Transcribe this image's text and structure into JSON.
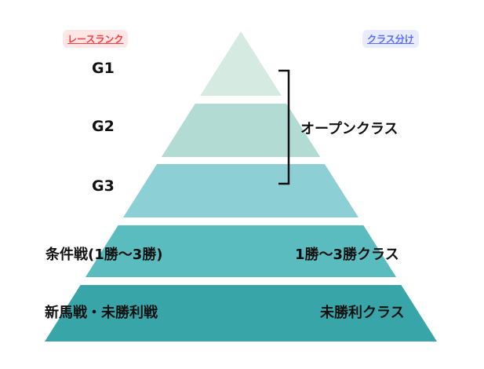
{
  "headers": {
    "left": "レースランク",
    "right": "クラス分け",
    "left_color": "#ff3b3b",
    "left_bg": "#fde6e6",
    "right_color": "#5a6cff",
    "right_bg": "#e8ecfd"
  },
  "levels": [
    {
      "rank": "G1",
      "color": "#d5ebe2"
    },
    {
      "rank": "G2",
      "color": "#b2dcd3"
    },
    {
      "rank": "G3",
      "color": "#8ccfd5"
    },
    {
      "rank": "条件戦(1勝～3勝)",
      "color": "#5bbcbf"
    },
    {
      "rank": "新馬戦・未勝利戦",
      "color": "#38a6a8"
    }
  ],
  "classes": {
    "open": "オープンクラス",
    "win1_3": "1勝～3勝クラス",
    "maiden": "未勝利クラス"
  }
}
